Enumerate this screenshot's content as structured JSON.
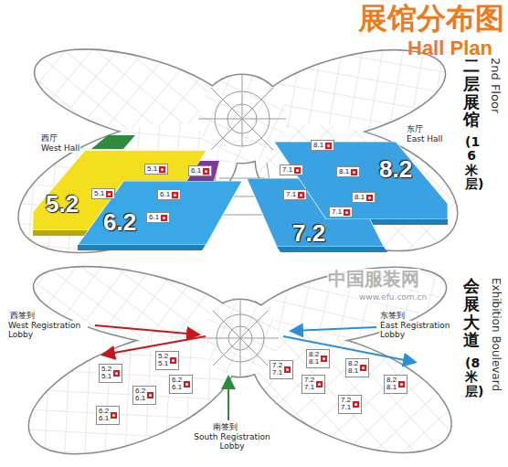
{
  "diagram": {
    "title": "展馆分布图",
    "nodes": [
      {
        "text": [
          "5.2"
        ]
      },
      {
        "text": [
          "6.2"
        ]
      },
      {
        "text": [
          "7.2"
        ]
      },
      {
        "text": [
          "8.2"
        ]
      }
    ],
    "labels": [
      "Hall Plan",
      "二层展馆",
      "(16米层)",
      "2nd Floor",
      "西厅",
      "West Hall",
      "东厅",
      "East Hall",
      "5.1",
      "6.1",
      "5.1",
      "6.1",
      "6.1",
      "8.1",
      "7.1",
      "8.1",
      "7.1",
      "8.1",
      "7.1",
      "会展大道",
      "(8米层)",
      "Exhibition Boulevard",
      "西签到",
      "West Registration Lobby",
      "东签到",
      "East Registration Lobby",
      "南签到",
      "South Registration Lobby",
      "5.2",
      "5.1",
      "5.2",
      "5.1",
      "6.2",
      "6.1",
      "6.2",
      "6.1",
      "6.2",
      "6.1",
      "8.2",
      "8.1",
      "7.2",
      "7.1",
      "8.2",
      "8.1",
      "7.2",
      "7.1",
      "8.2",
      "8.1",
      "7.2",
      "7.1",
      "中国服装网",
      "www.efu.com.cn"
    ]
  }
}
